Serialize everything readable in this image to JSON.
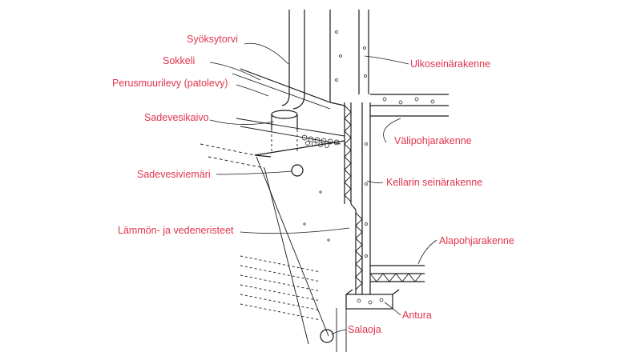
{
  "accent_color": "#e0344b",
  "labels": {
    "syoksytorvi": "Syöksytorvi",
    "sokkeli": "Sokkeli",
    "perusmuurilevy": "Perusmuurilevy (patolevy)",
    "sadevesikaivo": "Sadevesikaivo",
    "sadevesiviemari": "Sadevesiviemäri",
    "lammon_ja_vedeneristeet": "Lämmön- ja vedeneristeet",
    "ulkoseinarakenne": "Ulkoseinärakenne",
    "valipohjarakenne": "Välipohjarakenne",
    "kellarin_seinarakenne": "Kellarin seinärakenne",
    "alapohjarakenne": "Alapohjarakenne",
    "antura": "Antura",
    "salaoja": "Salaoja"
  }
}
